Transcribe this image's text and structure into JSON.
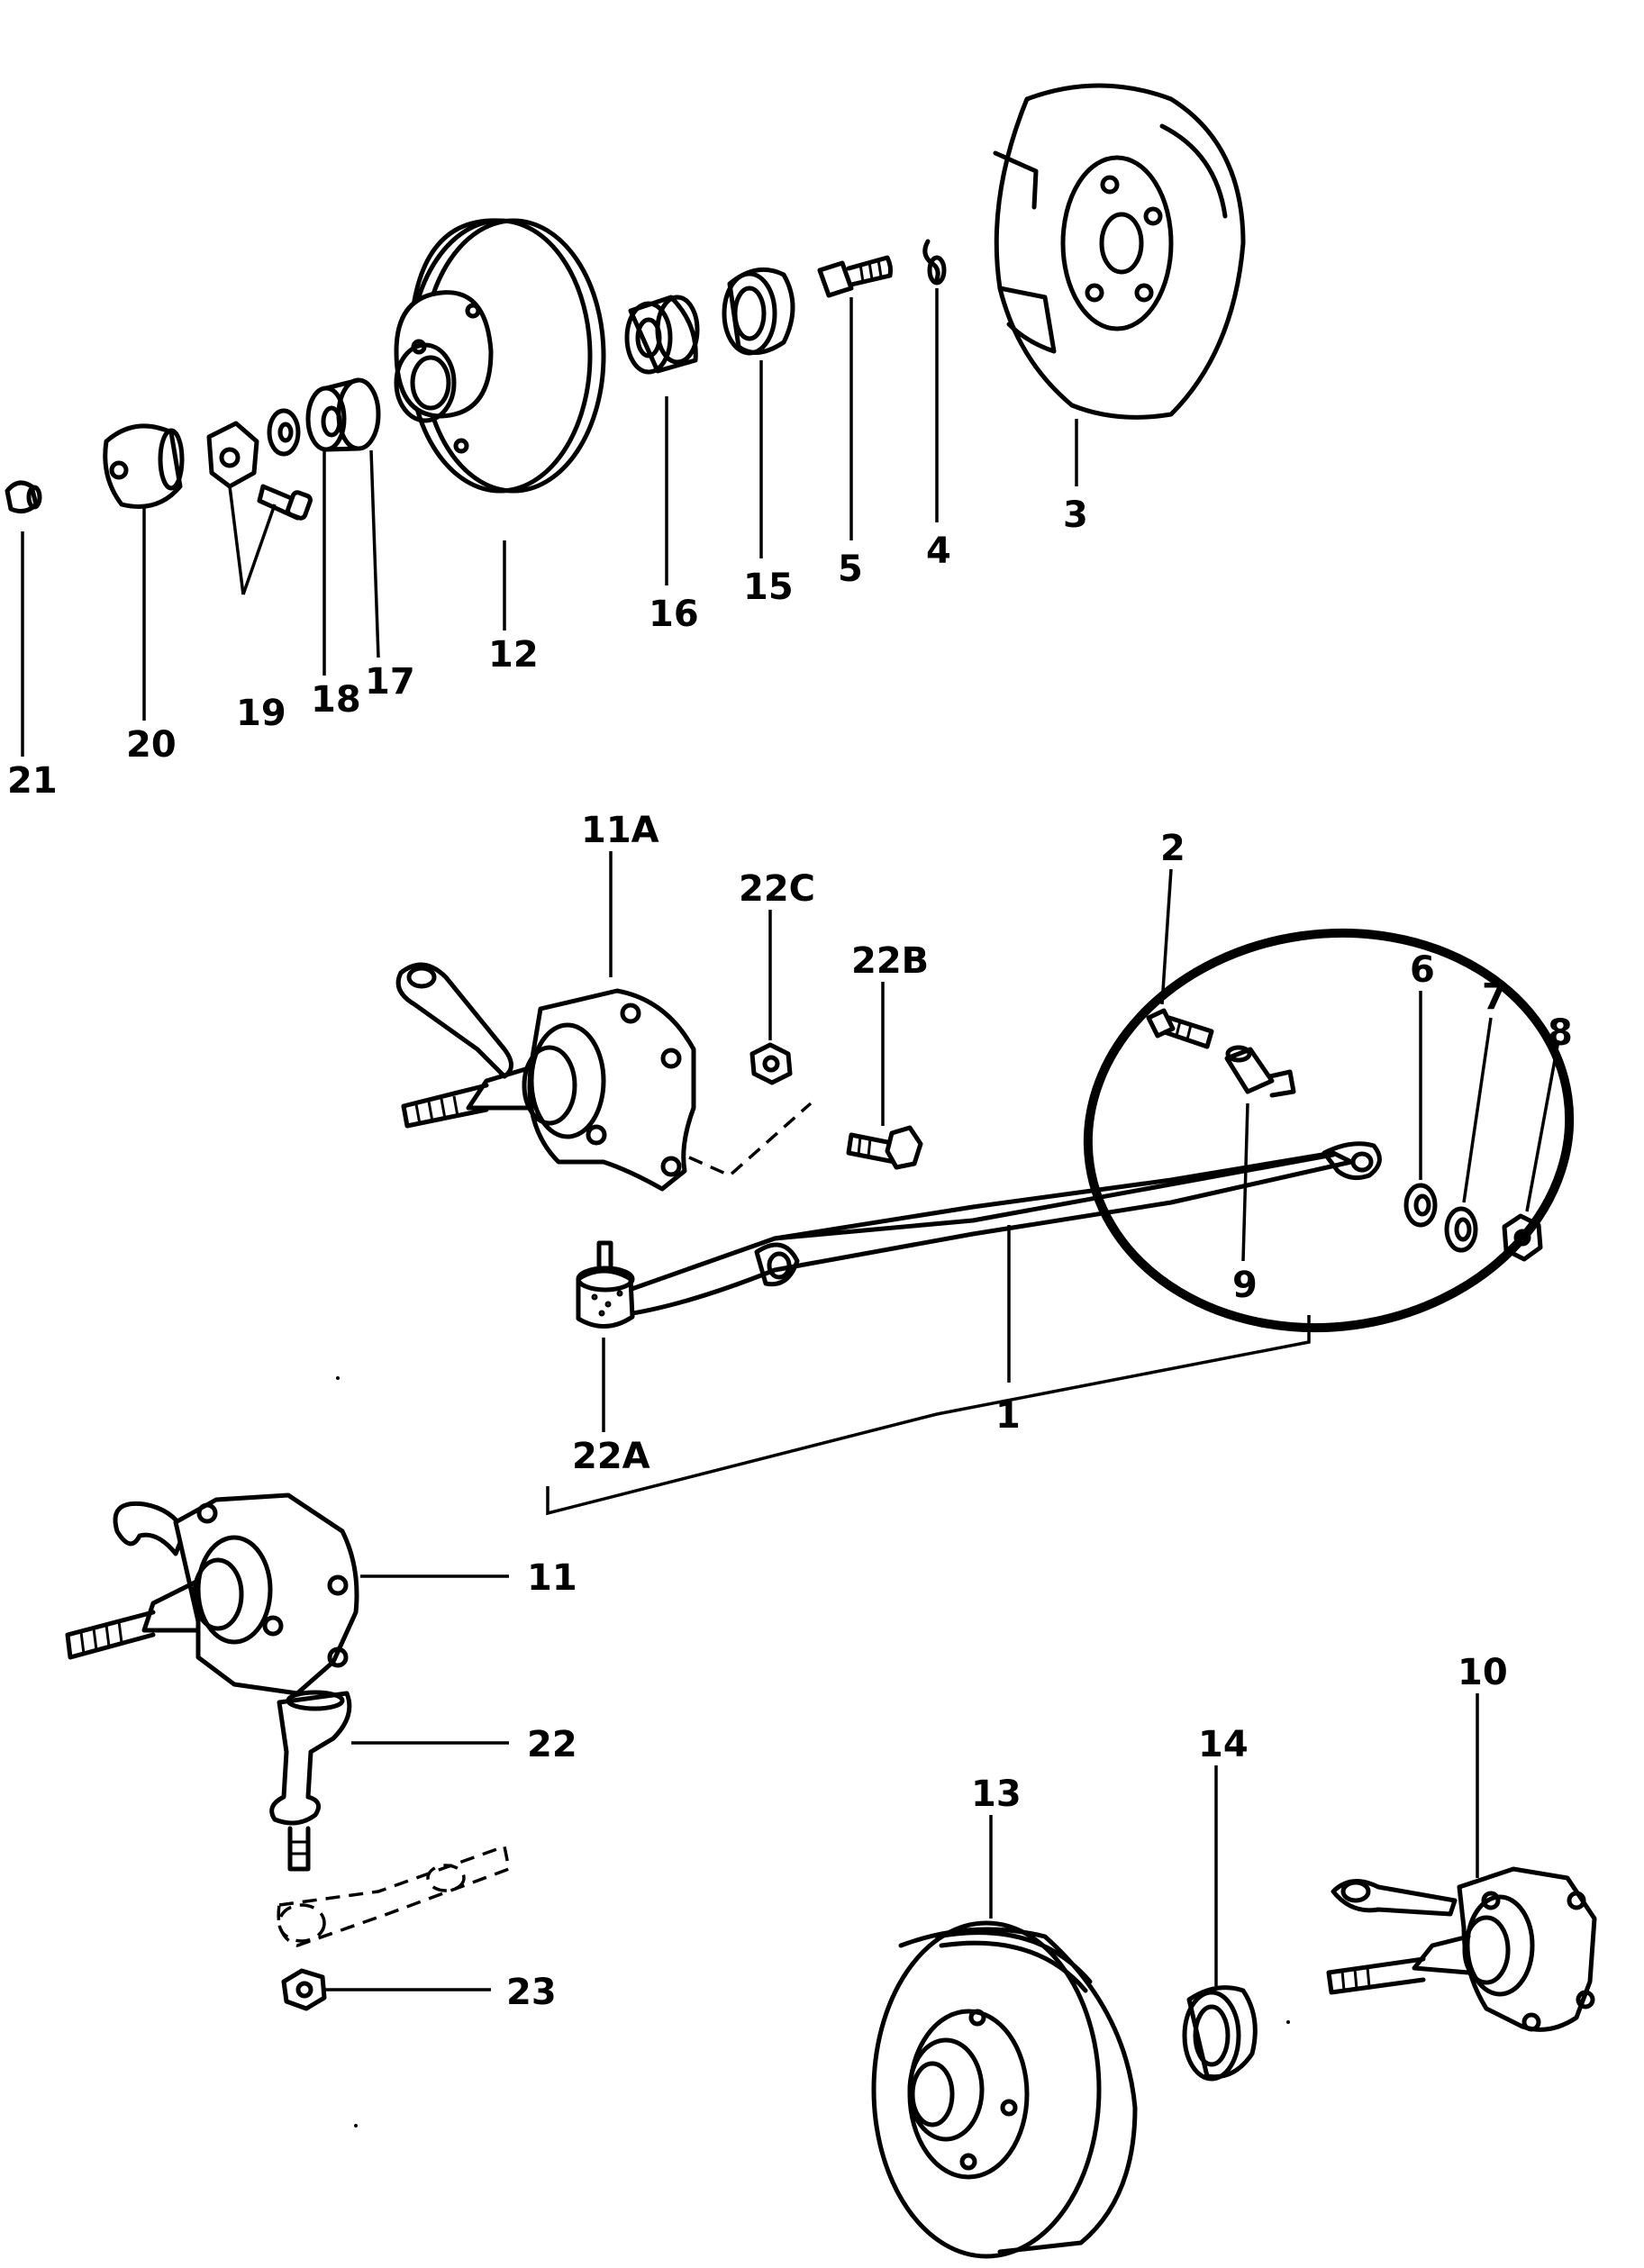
{
  "diagram": {
    "labels": {
      "p1": "1",
      "p2": "2",
      "p3": "3",
      "p4": "4",
      "p5": "5",
      "p6": "6",
      "p7": "7",
      "p8": "8",
      "p9": "9",
      "p10": "10",
      "p11": "11",
      "p11a": "11A",
      "p12": "12",
      "p13": "13",
      "p14": "14",
      "p15": "15",
      "p16": "16",
      "p17": "17",
      "p18": "18",
      "p19": "19",
      "p20": "20",
      "p21": "21",
      "p22": "22",
      "p22a": "22A",
      "p22b": "22B",
      "p22c": "22C",
      "p23": "23"
    }
  }
}
